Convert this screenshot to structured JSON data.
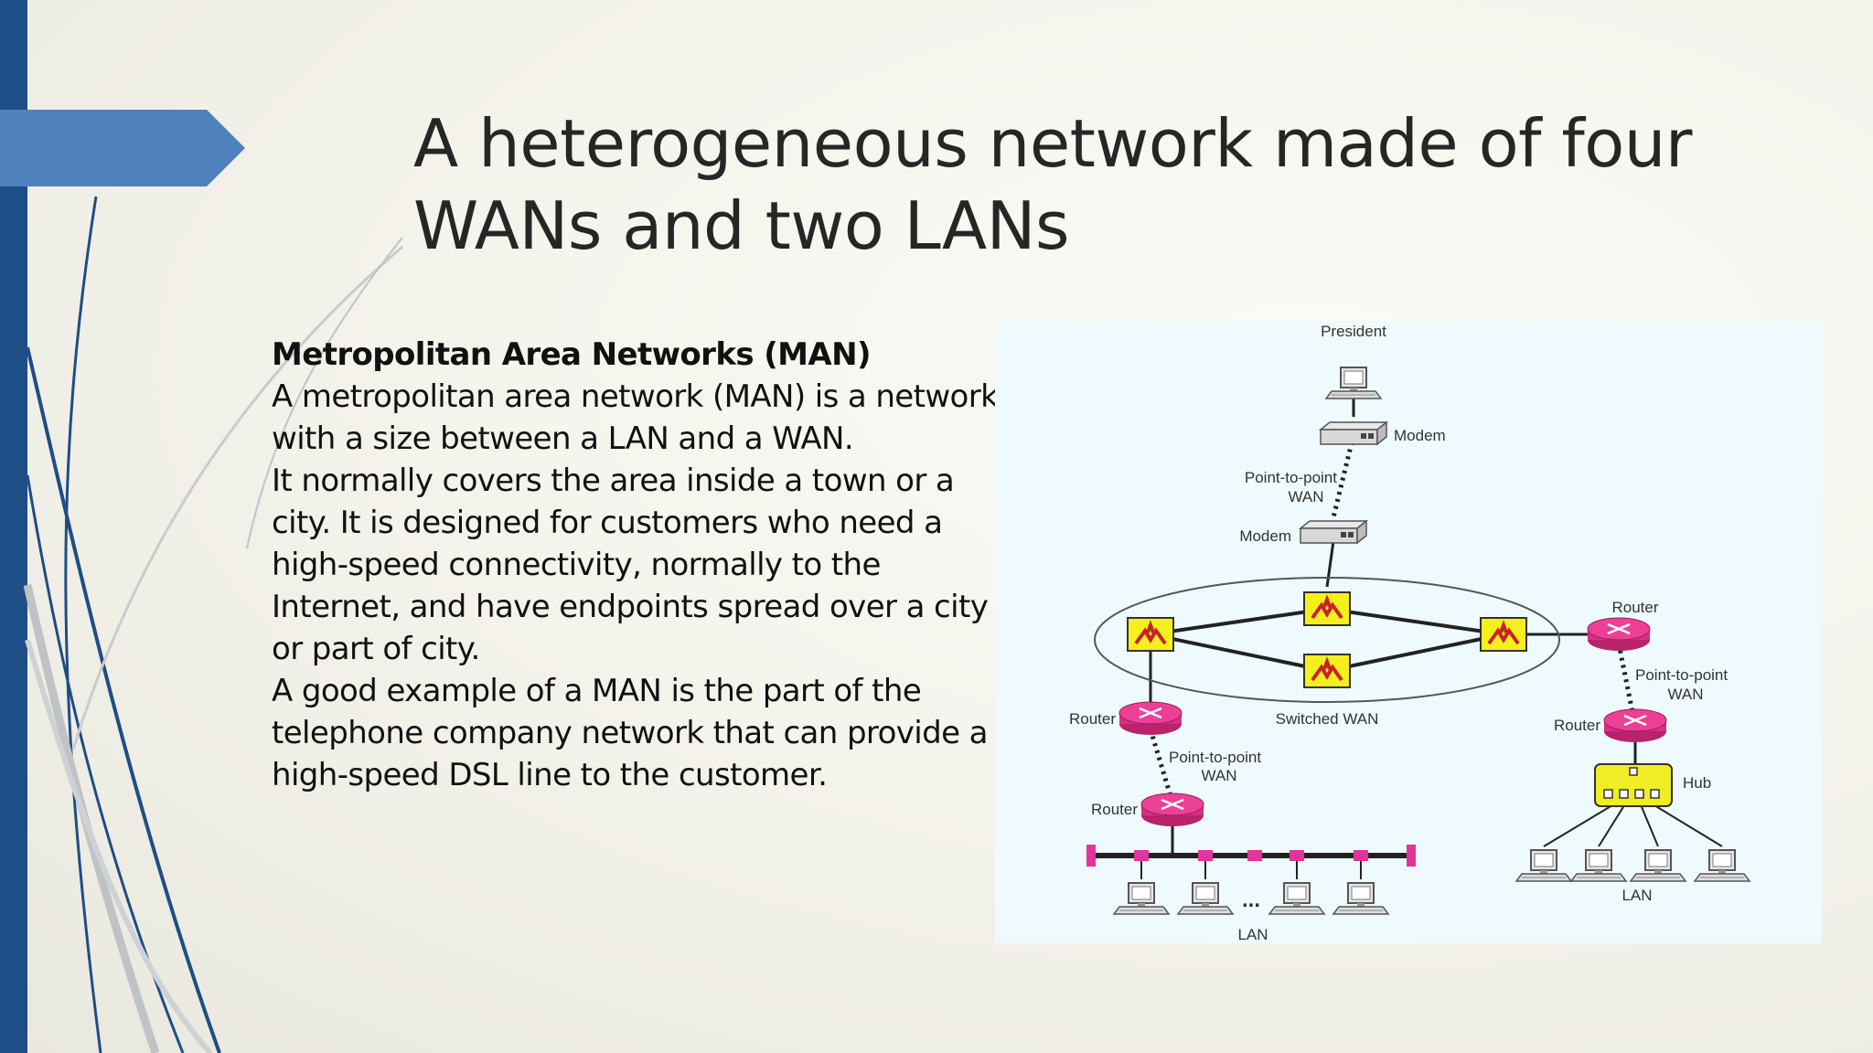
{
  "slide": {
    "title": "A heterogeneous network made of four WANs and two LANs",
    "accent_color": "#1f4d85",
    "tab_color": "#4f81bd"
  },
  "content": {
    "heading": "Metropolitan Area Networks (MAN)",
    "paragraphs": [
      "A metropolitan area network (MAN) is a network with a size between a LAN and a WAN.",
      "It normally covers the area inside a town or a city. It is designed for customers who need a high-speed connectivity, normally to the Internet, and have endpoints spread over a city or part of city.",
      "A good example of a MAN is the part of the telephone company network that can provide a high-speed DSL line to the customer."
    ]
  },
  "diagram": {
    "labels": {
      "president": "President",
      "modem_top": "Modem",
      "p2p_top_1": "Point-to-point",
      "p2p_top_2": "WAN",
      "modem_mid": "Modem",
      "router_right_top": "Router",
      "p2p_right_1": "Point-to-point",
      "p2p_right_2": "WAN",
      "router_right_bottom": "Router",
      "hub": "Hub",
      "switched_wan": "Switched WAN",
      "router_left_top": "Router",
      "p2p_left_1": "Point-to-point",
      "p2p_left_2": "WAN",
      "router_left_bottom": "Router",
      "lan_left": "LAN",
      "lan_ellipsis": "...",
      "lan_right": "LAN"
    },
    "colors": {
      "switch": "#f5ef1e",
      "router": "#ee3f97",
      "hub": "#f0ec26",
      "panel": "#eefafd"
    }
  }
}
